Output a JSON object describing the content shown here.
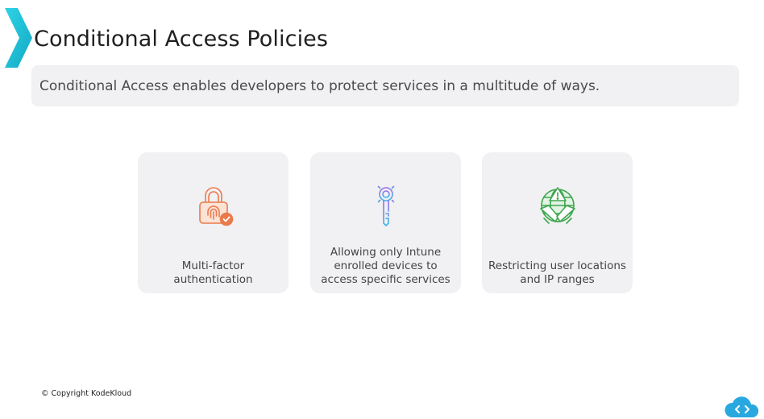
{
  "title": "Conditional Access Policies",
  "subtitle": "Conditional Access enables developers to protect services in a multitude of ways.",
  "cards": [
    {
      "label": "Multi-factor authentication",
      "icon": "fingerprint-lock-icon",
      "color": "#ea7a4c"
    },
    {
      "label": "Allowing only Intune enrolled devices to access specific services",
      "icon": "key-icon",
      "color": "#6a8cf0"
    },
    {
      "label": "Restricting user locations and IP ranges",
      "icon": "restricted-globe-icon",
      "color": "#3fa64f"
    }
  ],
  "footer": {
    "copyright": "© Copyright KodeKloud"
  },
  "colors": {
    "accent_teal": "#1fc0d8",
    "card_bg": "#f1f0f3",
    "logo_blue": "#29a8df"
  }
}
